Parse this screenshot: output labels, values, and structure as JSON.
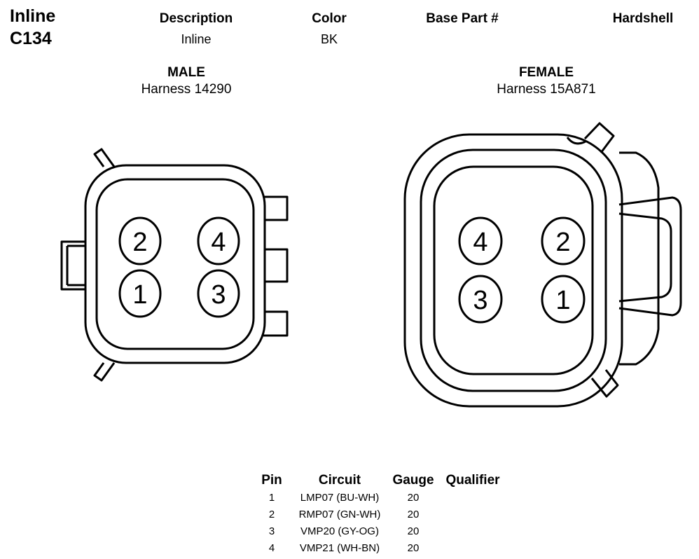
{
  "header": {
    "title_line1": "Inline",
    "title_line2": "C134",
    "columns": {
      "description_label": "Description",
      "description_value": "Inline",
      "color_label": "Color",
      "color_value": "BK",
      "base_part_label": "Base Part #",
      "base_part_value": "",
      "hardshell_label": "Hardshell",
      "hardshell_value": ""
    }
  },
  "male": {
    "label": "MALE",
    "harness": "Harness 14290",
    "pins": [
      "2",
      "4",
      "1",
      "3"
    ]
  },
  "female": {
    "label": "FEMALE",
    "harness": "Harness 15A871",
    "pins": [
      "4",
      "2",
      "3",
      "1"
    ]
  },
  "pin_table": {
    "headers": {
      "pin": "Pin",
      "circuit": "Circuit",
      "gauge": "Gauge",
      "qualifier": "Qualifier"
    },
    "rows": [
      {
        "pin": "1",
        "circuit": "LMP07 (BU-WH)",
        "gauge": "20",
        "qualifier": ""
      },
      {
        "pin": "2",
        "circuit": "RMP07 (GN-WH)",
        "gauge": "20",
        "qualifier": ""
      },
      {
        "pin": "3",
        "circuit": "VMP20 (GY-OG)",
        "gauge": "20",
        "qualifier": ""
      },
      {
        "pin": "4",
        "circuit": "VMP21 (WH-BN)",
        "gauge": "20",
        "qualifier": ""
      }
    ]
  }
}
